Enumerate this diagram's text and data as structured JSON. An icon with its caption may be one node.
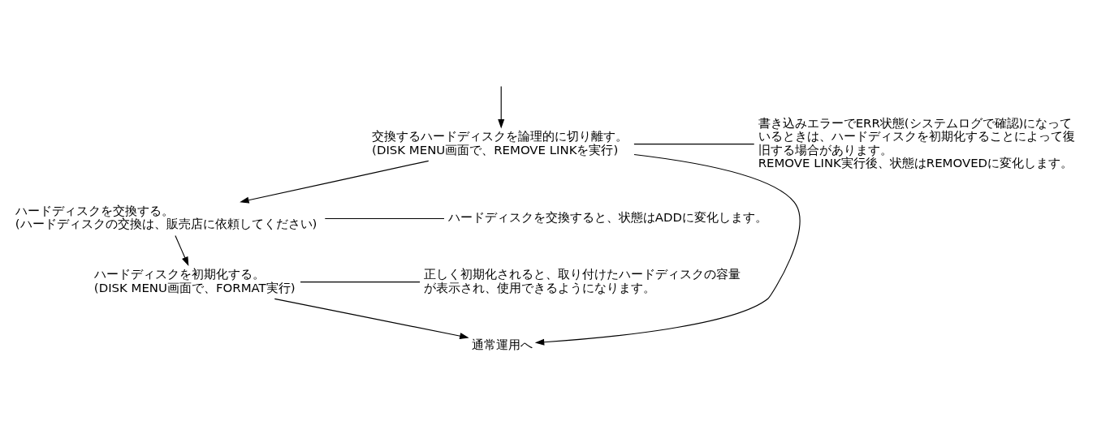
{
  "diagram": {
    "nodes": [
      {
        "text": [
          "交換するハードディスクを論理的に切り離す。",
          "(DISK MENU画面で、REMOVE LINKを実行)"
        ]
      },
      {
        "text": [
          "ハードディスクを交換する。",
          "(ハードディスクの交換は、販売店に依頼してください)"
        ]
      },
      {
        "text": [
          "ハードディスクを初期化する。",
          "(DISK MENU画面で、FORMAT実行)"
        ]
      },
      {
        "text": [
          "通常運用へ"
        ]
      },
      {
        "text": [
          "書き込みエラーでERR状態(システムログで確認)になっているときは、ハードディスクを初期化することによって復旧する場合があります。",
          "REMOVE LINK実行後、状態はREMOVEDに変化します。"
        ]
      },
      {
        "text": [
          "ハードディスクを交換すると、状態はADDに変化します。"
        ]
      },
      {
        "text": [
          "正しく初期化されると、取り付けたハードディスクの容量が表示され、使用できるようになります。"
        ]
      }
    ],
    "edges": [
      {
        "from": null,
        "to": 0,
        "arrow": "to"
      },
      {
        "from": 0,
        "to": 1,
        "arrow": "to"
      },
      {
        "from": 1,
        "to": 2,
        "arrow": "to"
      },
      {
        "from": 2,
        "to": 3,
        "arrow": "to"
      },
      {
        "from": 0,
        "to": 3,
        "arrow": "to"
      },
      {
        "from": 0,
        "to": 4,
        "arrow": "none"
      },
      {
        "from": 1,
        "to": 5,
        "arrow": "none"
      },
      {
        "from": 2,
        "to": 6,
        "arrow": "none"
      }
    ]
  }
}
